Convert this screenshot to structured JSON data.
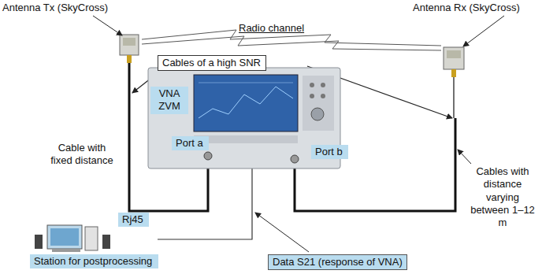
{
  "diagram": {
    "nodes": [
      {
        "text": [
          "Cables of a high SNR"
        ]
      },
      {
        "text": [
          "VNA ZVM"
        ]
      },
      {
        "text": [
          "Port a"
        ]
      },
      {
        "text": [
          "Port b"
        ]
      },
      {
        "text": [
          "Rj45"
        ]
      },
      {
        "text": [
          "Station for postprocessing"
        ]
      },
      {
        "text": [
          "Data S21 (response of VNA)"
        ]
      }
    ],
    "labels": [
      "Antenna Tx (SkyCross)",
      "Radio channel",
      "Antenna Rx (SkyCross)",
      "Cable with fixed distance",
      "Cables with distance varying between 1–12 m"
    ]
  }
}
